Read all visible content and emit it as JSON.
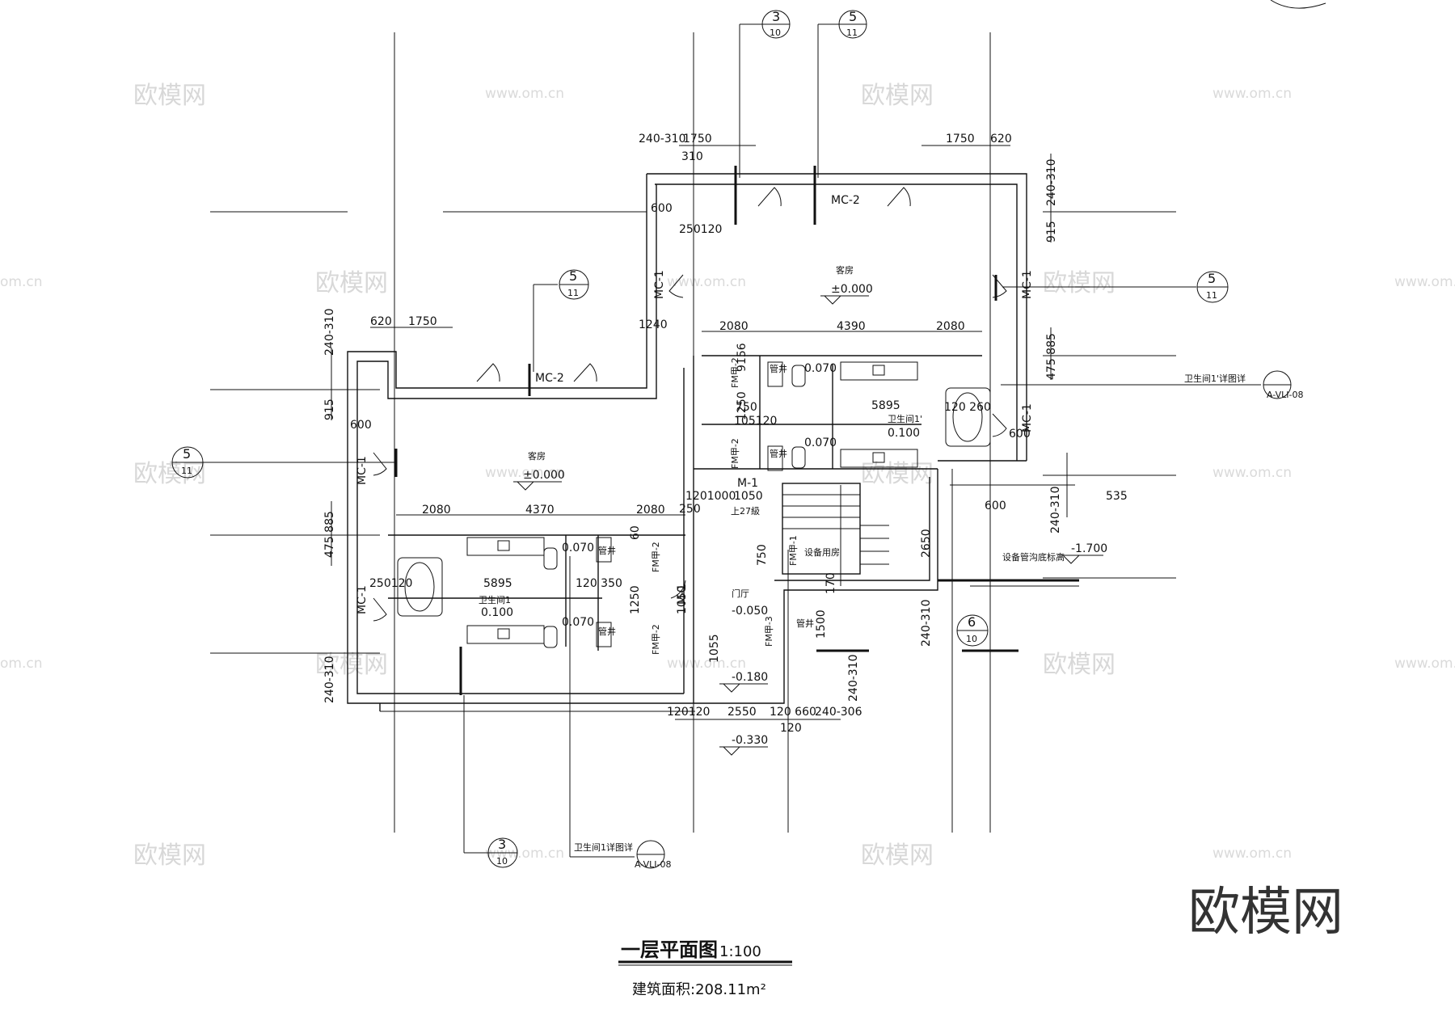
{
  "drawing": {
    "title": "一层平面图",
    "scale": "1:100",
    "area_label": "建筑面积:208.11m²"
  },
  "watermark": {
    "brand": "欧模网",
    "url": "www.om.cn",
    "url_short": "om.cn"
  },
  "section_markers": [
    {
      "id": "top-3-10",
      "num": "3",
      "sheet": "10"
    },
    {
      "id": "top-5-11",
      "num": "5",
      "sheet": "11"
    },
    {
      "id": "mid-5-11",
      "num": "5",
      "sheet": "11"
    },
    {
      "id": "left-5-11",
      "num": "5",
      "sheet": "11"
    },
    {
      "id": "right-5-11",
      "num": "5",
      "sheet": "11"
    },
    {
      "id": "bottom-3-10",
      "num": "3",
      "sheet": "10"
    },
    {
      "id": "right-6-10",
      "num": "6",
      "sheet": "10"
    }
  ],
  "detail_refs": [
    {
      "text": "卫生间1'详图详",
      "sheet": "A-VLI-08"
    },
    {
      "text": "卫生间1详图详",
      "sheet": "A-VLI-08"
    }
  ],
  "rooms": {
    "guest_room_right": "客房",
    "guest_room_right_level": "±0.000",
    "guest_room_left": "客房",
    "guest_room_left_level": "±0.000",
    "bath_right": "卫生间1'",
    "bath_right_level": "0.100",
    "bath_left": "卫生间1",
    "bath_left_level": "0.100",
    "equipment_room": "设备用房",
    "hall": "门厅",
    "hall_level": "-0.050",
    "pipe_well": "管井",
    "stair_note": "上27級",
    "pipe_trench": "设备管沟底标高",
    "pipe_trench_level": "-1.700",
    "level_a": "-0.180",
    "level_b": "-0.330",
    "level_closet": "0.070"
  },
  "doors": {
    "mc1": "MC-1",
    "mc2": "MC-2",
    "m1": "M-1",
    "fm2": "FM甲-2",
    "fm3": "FM甲-3",
    "fm1": "FM甲-1"
  },
  "dimensions": {
    "d240_310": "240-310",
    "d310": "310",
    "d1750": "1750",
    "d620": "620",
    "d600": "600",
    "d250_120": "250120",
    "d915": "915",
    "d1240": "1240",
    "d2080": "2080",
    "d4390": "4390",
    "d4370": "4370",
    "d5895": "5895",
    "d475_885": "475 885",
    "d535": "535",
    "d1250": "1250",
    "d1050": "1050",
    "d120_1000": "1201000",
    "d2650": "2650",
    "d2550": "2550",
    "d120_660": "120 660",
    "d120120": "120120",
    "d240_306": "240-306",
    "d120": "120",
    "d750": "750",
    "d9156": "9156",
    "d1055": "1055",
    "d1500": "1500",
    "d120_350": "120 350",
    "d120_260": "120 260",
    "d105_120": "105120",
    "d250": "250",
    "d60": "60",
    "d170": "170"
  }
}
